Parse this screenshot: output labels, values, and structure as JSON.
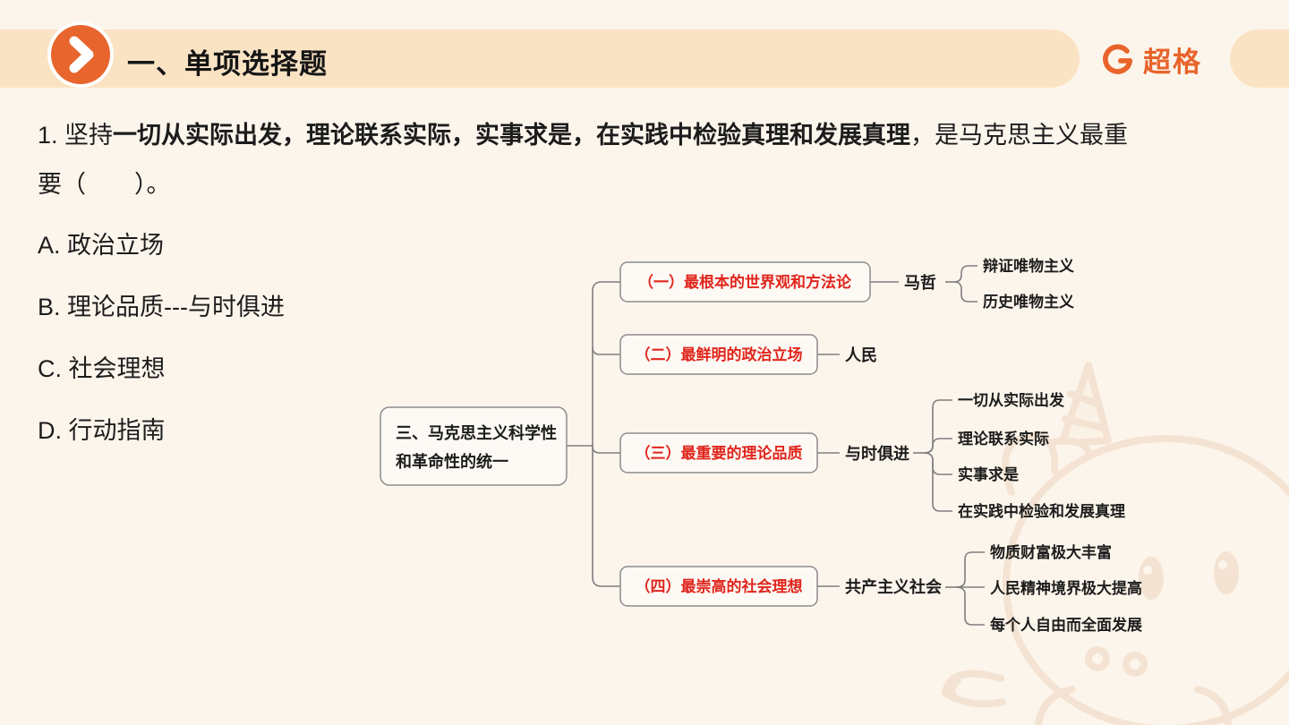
{
  "header": {
    "title": "一、单项选择题",
    "logo_text": "超格"
  },
  "question": {
    "line1_prefix": "1. 坚持",
    "line1_bold": "一切从实际出发，理论联系实际，实事求是，在实践中检验真理和发展真理",
    "line1_suffix": "，是马克思主义最重",
    "line2": "要（　　）。",
    "options": [
      "A. 政治立场",
      "B. 理论品质---与时俱进",
      "C. 社会理想",
      "D. 行动指南"
    ]
  },
  "mindmap": {
    "root": {
      "line1": "三、马克思主义科学性",
      "line2": "和革命性的统一"
    },
    "branches": [
      {
        "box": "（一）最根本的世界观和方法论",
        "label": "马哲",
        "leaves": [
          "辩证唯物主义",
          "历史唯物主义"
        ]
      },
      {
        "box": "（二）最鲜明的政治立场",
        "label": "人民",
        "leaves": []
      },
      {
        "box": "（三）最重要的理论品质",
        "label": "与时俱进",
        "leaves": [
          "一切从实际出发",
          "理论联系实际",
          "实事求是",
          "在实践中检验和发展真理"
        ]
      },
      {
        "box": "（四）最崇高的社会理想",
        "label": "共产主义社会",
        "leaves": [
          "物质财富极大丰富",
          "人民精神境界极大提高",
          "每个人自由而全面发展"
        ]
      }
    ]
  },
  "colors": {
    "background": "#FCF5EC",
    "band_peach": "#FAE3C3",
    "accent_orange": "#E8652D",
    "logo_orange": "#E8642A",
    "node_red": "#E0251C",
    "connector_gray": "#7F7F7F",
    "text_black": "#1C1C1C"
  }
}
